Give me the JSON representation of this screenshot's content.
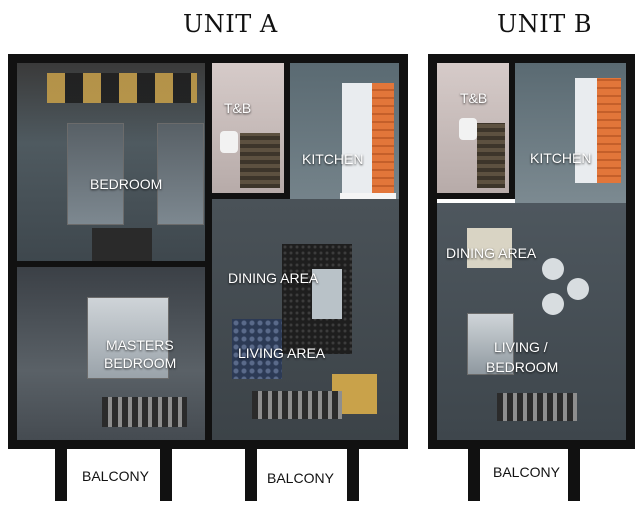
{
  "titles": {
    "unit_a": "UNIT A",
    "unit_b": "UNIT B"
  },
  "unit_a": {
    "rooms": {
      "bedroom": "BEDROOM",
      "tb": "T&B",
      "kitchen": "KITCHEN",
      "dining": "DINING AREA",
      "masters_line1": "MASTERS",
      "masters_line2": "BEDROOM",
      "living": "LIVING AREA"
    },
    "balcony_left": "BALCONY",
    "balcony_right": "BALCONY"
  },
  "unit_b": {
    "rooms": {
      "tb": "T&B",
      "kitchen": "KITCHEN",
      "dining": "DINING AREA",
      "living_line1": "LIVING /",
      "living_line2": "BEDROOM"
    },
    "balcony": "BALCONY"
  },
  "colors": {
    "wall": "#111111",
    "floor_dark": "#3a3f44",
    "floor_mid": "#4b5258",
    "kitchen_brick": "#e2763a",
    "bathroom": "#c9bdbc"
  }
}
